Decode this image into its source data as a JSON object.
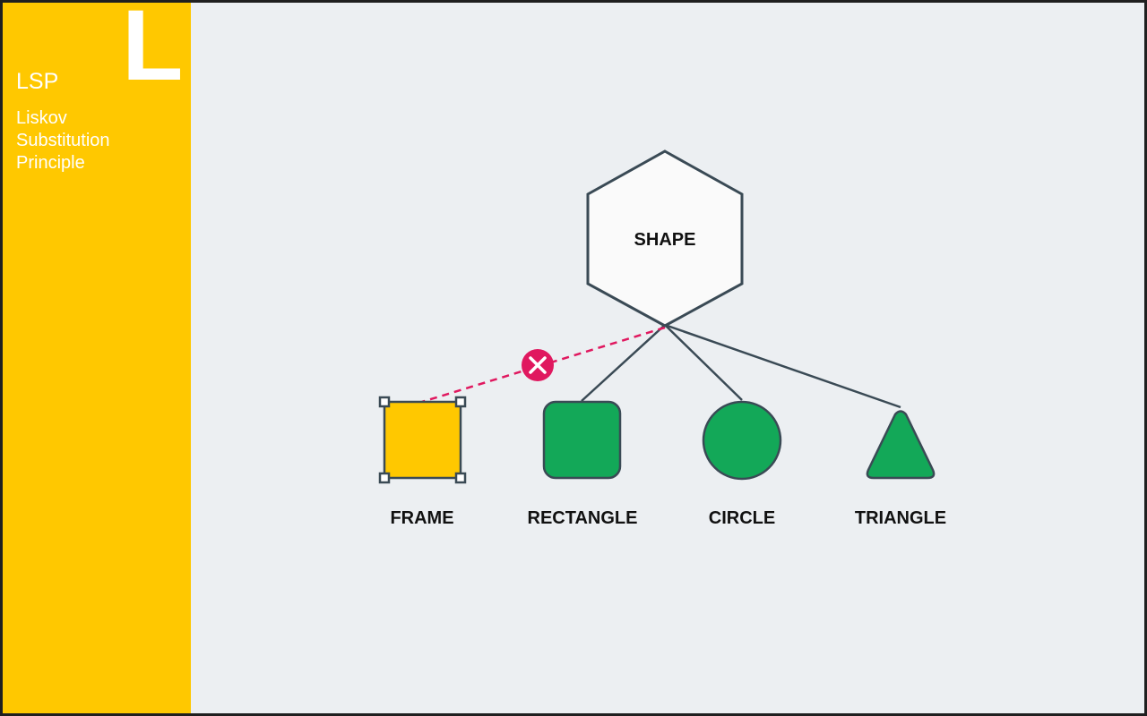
{
  "sidebar": {
    "letter": "L",
    "abbreviation": "LSP",
    "name_lines": [
      "Liskov",
      "Substitution",
      "Principle"
    ]
  },
  "diagram": {
    "parent": {
      "label": "SHAPE",
      "icon": "hexagon-icon"
    },
    "children": [
      {
        "label": "FRAME",
        "icon": "selection-frame-icon",
        "relation": "invalid"
      },
      {
        "label": "RECTANGLE",
        "icon": "rounded-square-icon",
        "relation": "valid"
      },
      {
        "label": "CIRCLE",
        "icon": "circle-icon",
        "relation": "valid"
      },
      {
        "label": "TRIANGLE",
        "icon": "triangle-icon",
        "relation": "valid"
      }
    ],
    "invalid_marker_icon": "x-mark-icon"
  },
  "colors": {
    "accent_yellow": "#ffc800",
    "background": "#eceff2",
    "valid_green": "#13a858",
    "invalid_pink": "#e0185f",
    "stroke": "#3a4a55"
  }
}
